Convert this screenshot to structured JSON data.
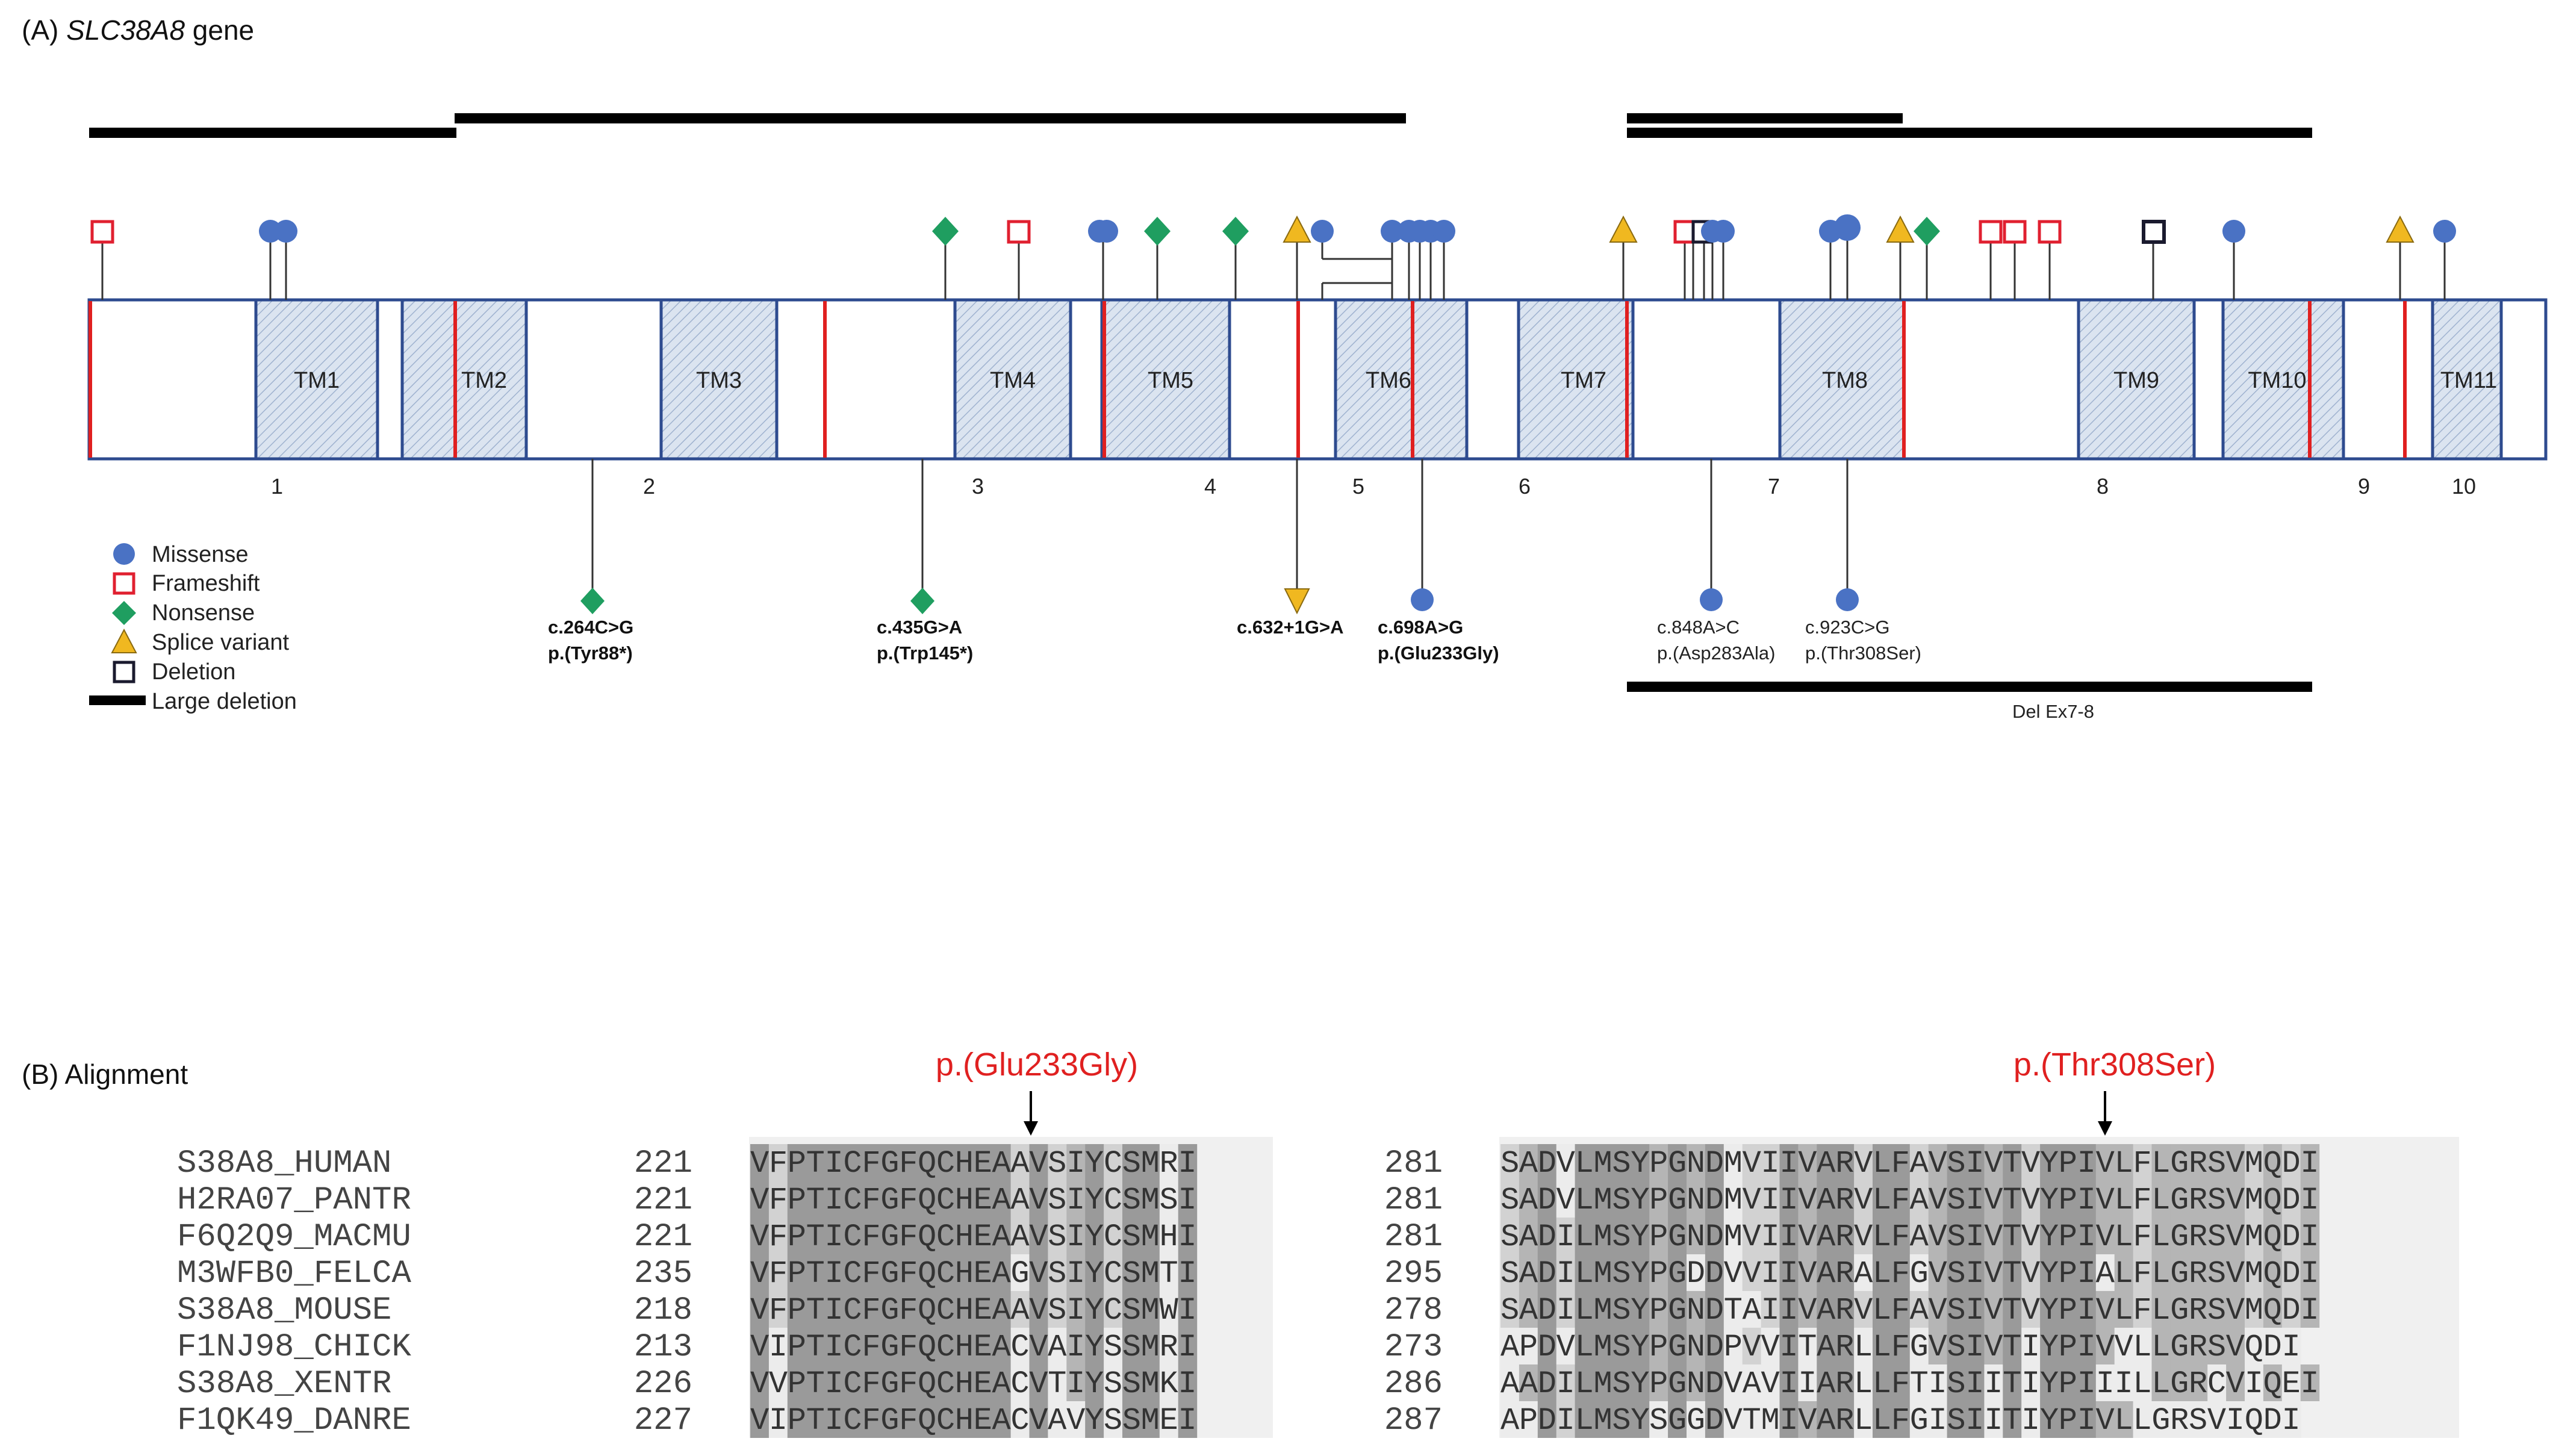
{
  "panel_a": {
    "label_prefix": "(A) ",
    "gene": "SLC38A8",
    "label_suffix": " gene",
    "exon_numbers": [
      "1",
      "2",
      "3",
      "4",
      "5",
      "6",
      "7",
      "8",
      "9",
      "10"
    ],
    "tm_labels": [
      "TM1",
      "TM2",
      "TM3",
      "TM4",
      "TM5",
      "TM6",
      "TM7",
      "TM8",
      "TM9",
      "TM10",
      "TM11"
    ],
    "legend": [
      {
        "label": "Missense",
        "icon": "missense-circle-icon"
      },
      {
        "label": "Frameshift",
        "icon": "frameshift-square-icon"
      },
      {
        "label": "Nonsense",
        "icon": "nonsense-diamond-icon"
      },
      {
        "label": "Splice variant",
        "icon": "splice-triangle-icon"
      },
      {
        "label": "Deletion",
        "icon": "deletion-square-icon"
      },
      {
        "label": "Large deletion",
        "icon": "large-deletion-bar-icon"
      }
    ],
    "variants_below": [
      {
        "line1": "c.264C>G",
        "line2": "p.(Tyr88*)",
        "type": "nonsense"
      },
      {
        "line1": "c.435G>A",
        "line2": "p.(Trp145*)",
        "type": "nonsense"
      },
      {
        "line1": "c.632+1G>A",
        "line2": "",
        "type": "splice"
      },
      {
        "line1": "c.698A>G",
        "line2": "p.(Glu233Gly)",
        "type": "missense"
      },
      {
        "line1": "c.848A>C",
        "line2": "p.(Asp283Ala)",
        "type": "missense"
      },
      {
        "line1": "c.923C>G",
        "line2": "p.(Thr308Ser)",
        "type": "missense"
      }
    ],
    "deletion_label": "Del Ex7-8",
    "colors": {
      "missense": "#4a72c4",
      "frameshift": "#e02030",
      "nonsense": "#1f9e60",
      "splice": "#f0b820",
      "deletion": "#1a1a2e",
      "exon_outline": "#2e4b8f",
      "tm_fill": "#d8e2ef",
      "exon_boundary": "#e02020"
    }
  },
  "panel_b": {
    "label": "(B) Alignment",
    "mutation_left": "p.(Glu233Gly)",
    "mutation_right": "p.(Thr308Ser)",
    "sequences": [
      {
        "name": "S38A8_HUMAN",
        "start_left": "221",
        "seq_left": "VFPTICFGFQCHEAAVSIYCSMRI",
        "start_right": "281",
        "seq_right": "SADVLMSYPGNDMVIIVARVLFAVSIVTVYPIVLFLGRSVMQDI"
      },
      {
        "name": "H2RA07_PANTR",
        "start_left": "221",
        "seq_left": "VFPTICFGFQCHEAAVSIYCSMSI",
        "start_right": "281",
        "seq_right": "SADVLMSYPGNDMVIIVARVLFAVSIVTVYPIVLFLGRSVMQDI"
      },
      {
        "name": "F6Q2Q9_MACMU",
        "start_left": "221",
        "seq_left": "VFPTICFGFQCHEAAVSIYCSMHI",
        "start_right": "281",
        "seq_right": "SADILMSYPGNDMVIIVARVLFAVSIVTVYPIVLFLGRSVMQDI"
      },
      {
        "name": "M3WFB0_FELCA",
        "start_left": "235",
        "seq_left": "VFPTICFGFQCHEAGVSIYCSMTI",
        "start_right": "295",
        "seq_right": "SADILMSYPGDDVVIIVARALFGVSIVTVYPIALFLGRSVMQDI"
      },
      {
        "name": "S38A8_MOUSE",
        "start_left": "218",
        "seq_left": "VFPTICFGFQCHEAAVSIYCSMWI",
        "start_right": "278",
        "seq_right": "SADILMSYPGNDTAIIVARVLFAVSIVTVYPIVLFLGRSVMQDI"
      },
      {
        "name": "F1NJ98_CHICK",
        "start_left": "213",
        "seq_left": "VIPTICFGFQCHEACVAIYSSMRI",
        "start_right": "273",
        "seq_right": "APDVLMSYPGNDPVVITARLLFGVSIVTIYPIVVLLGRSVQDI"
      },
      {
        "name": "S38A8_XENTR",
        "start_left": "226",
        "seq_left": "VVPTICFGFQCHEACVTIYSSMKI",
        "start_right": "286",
        "seq_right": "AADILMSYPGNDVAVIIARLLFTISIITIYPIIILLGRCVIQEI"
      },
      {
        "name": "F1QK49_DANRE",
        "start_left": "227",
        "seq_left": "VIPTICFGFQCHEACVAVYSSMEI",
        "start_right": "287",
        "seq_right": "APDILMSYSGGDVTMIVARLLFGISIITIYPIVLLGRSVIQDI"
      }
    ]
  }
}
